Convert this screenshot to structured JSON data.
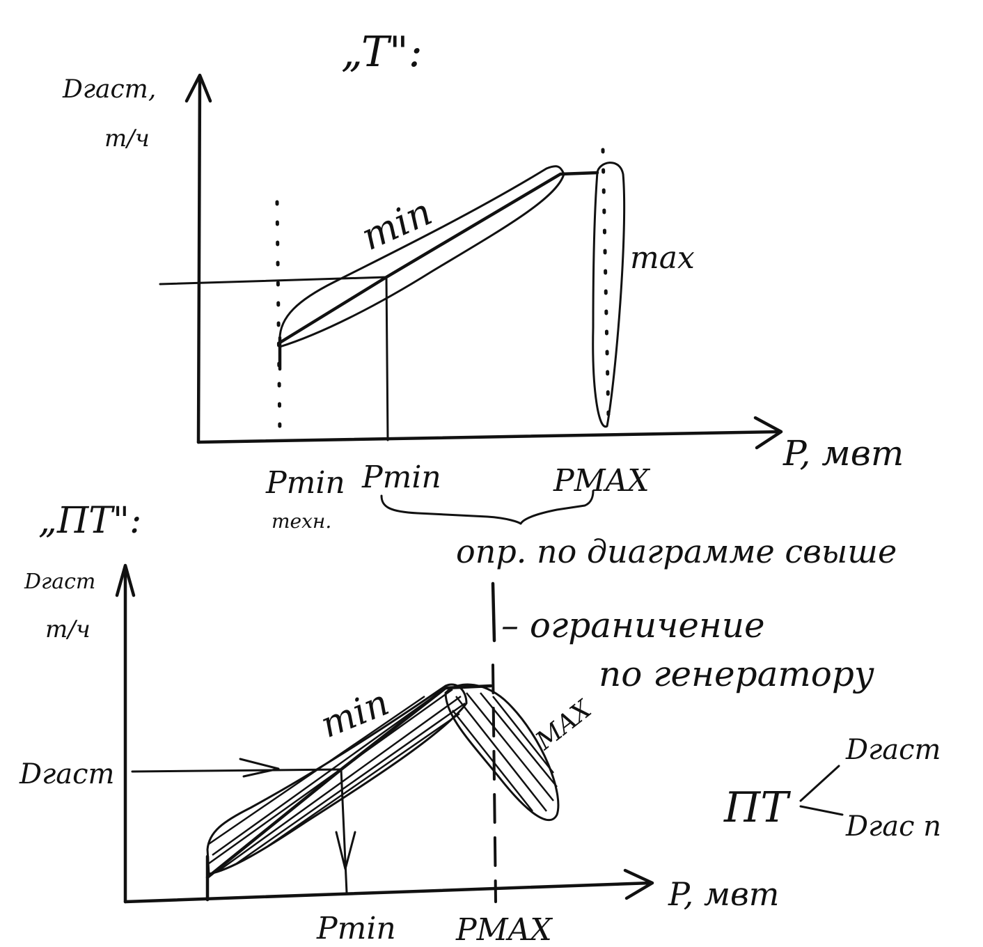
{
  "top_graph": {
    "title": "„T\":",
    "y_label_line1": "Dгаст,",
    "y_label_line2": "т/ч",
    "x_label": "P, мвт",
    "curve_min_label": "min",
    "curve_max_label": "max",
    "tick_pmin_tech": "Pmin",
    "tick_pmin_tech_sub": "техн.",
    "tick_pmin": "Pmin",
    "tick_pmax": "PMAX",
    "brace_note": "опр. по диаграмме свыше"
  },
  "bottom_graph": {
    "title": "„ПТ\":",
    "y_label_line1": "Dгаст",
    "y_label_line2": "т/ч",
    "x_label": "P, мвт",
    "curve_min_label": "min",
    "curve_max_label": "MAX",
    "y_tick": "Dгаст",
    "tick_pmin": "Pmin",
    "tick_pmax": "PMAX",
    "limit_note_line1": "– ограничение",
    "limit_note_line2": "по генератору"
  },
  "side_note": {
    "main": "ПТ",
    "branch_top": "Dгаст",
    "branch_bottom": "Dгас п"
  }
}
